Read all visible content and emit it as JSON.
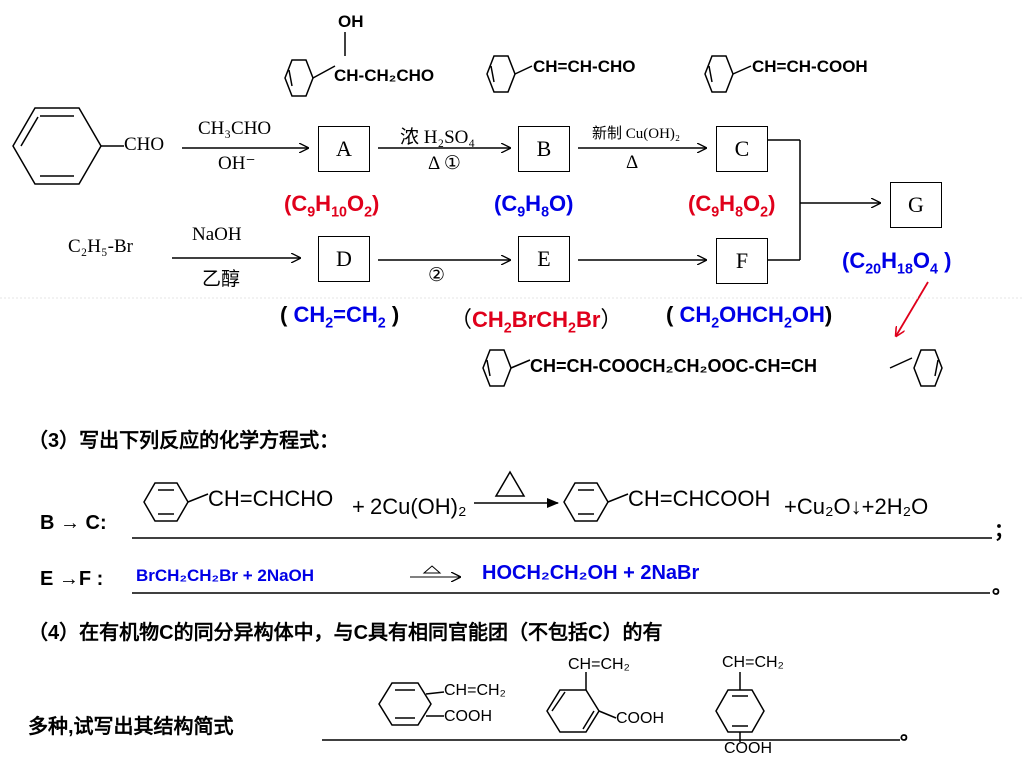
{
  "top_structs": {
    "a_oh": "OH",
    "a_chain": "CH-CH₂CHO",
    "b_chain": "CH=CH-CHO",
    "c_chain": "CH=CH-COOH"
  },
  "scheme": {
    "start_group": "CHO",
    "r1_top": "CH₃CHO",
    "r1_bot": "OH⁻",
    "r2_top": "浓 H₂SO₄",
    "r2_bot": "Δ ①",
    "r3_top": "新制 Cu(OH)₂",
    "r3_bot": "Δ",
    "ethyl": "C₂H₅-Br",
    "r4_top": "NaOH",
    "r4_bot": "乙醇",
    "r5_bot": "②",
    "boxes": [
      "A",
      "B",
      "C",
      "D",
      "E",
      "F",
      "G"
    ]
  },
  "formulas": {
    "A": "C9H10O2",
    "B": "C9H8O",
    "C": "C9H8O2",
    "G": "C20H18O4",
    "D": "CH2=CH2",
    "E": "CH2BrCH2Br",
    "F": "CH2OHCH2OH"
  },
  "ester_chain": "CH=CH-COOCH₂CH₂OOC-CH=CH",
  "q3": {
    "prompt": "（3）写出下列反应的化学方程式：",
    "bc_label": "B → C:",
    "bc_left": "CH=CHCHO",
    "bc_plus1": "+",
    "bc_cu": "2Cu(OH)₂",
    "bc_right": "CH=CHCOOH",
    "bc_prod": "+Cu₂O↓+2H₂O",
    "bc_end": "；",
    "ef_label": "E →F :",
    "ef_left": "BrCH₂CH₂Br + 2NaOH",
    "ef_right": "HOCH₂CH₂OH + 2NaBr",
    "ef_end": "。"
  },
  "q4": {
    "prompt": "（4）在有机物C的同分异构体中，与C具有相同官能团（不包括C）的有",
    "tail": "多种,试写出其结构简式",
    "end": "。",
    "vinyl": "CH=CH₂",
    "cooh": "COOH"
  }
}
